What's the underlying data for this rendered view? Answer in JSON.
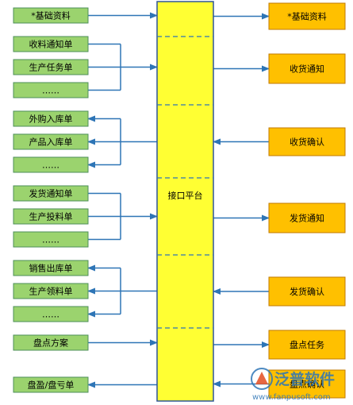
{
  "left_boxes": [
    {
      "label": "*基础资料"
    },
    {
      "label": "收料通知单"
    },
    {
      "label": "生产任务单"
    },
    {
      "label": "……"
    },
    {
      "label": "外购入库单"
    },
    {
      "label": "产品入库单"
    },
    {
      "label": "……"
    },
    {
      "label": "发货通知单"
    },
    {
      "label": "生产投料单"
    },
    {
      "label": "……"
    },
    {
      "label": "销售出库单"
    },
    {
      "label": "生产领料单"
    },
    {
      "label": "……"
    },
    {
      "label": "盘点方案"
    },
    {
      "label": "盘盈/盘亏单"
    }
  ],
  "platform": {
    "label": "接口平台"
  },
  "right_boxes": [
    {
      "label": "*基础资料"
    },
    {
      "label": "收货通知"
    },
    {
      "label": "收货确认"
    },
    {
      "label": "发货通知"
    },
    {
      "label": "发货确认"
    },
    {
      "label": "盘点任务"
    },
    {
      "label": "盘点确认"
    }
  ],
  "watermark": {
    "brand": "泛普软件",
    "url": "www.fanpusoft.com"
  },
  "colors": {
    "left_fill": "#9BD36E",
    "left_stroke": "#4E8F5A",
    "platform_fill": "#FFFF33",
    "platform_stroke": "#2F5597",
    "right_fill": "#FFC000",
    "right_stroke": "#C07A00",
    "arrow": "#2E75B6",
    "divider": "#2E75B6",
    "watermark": "#2E75B6"
  }
}
